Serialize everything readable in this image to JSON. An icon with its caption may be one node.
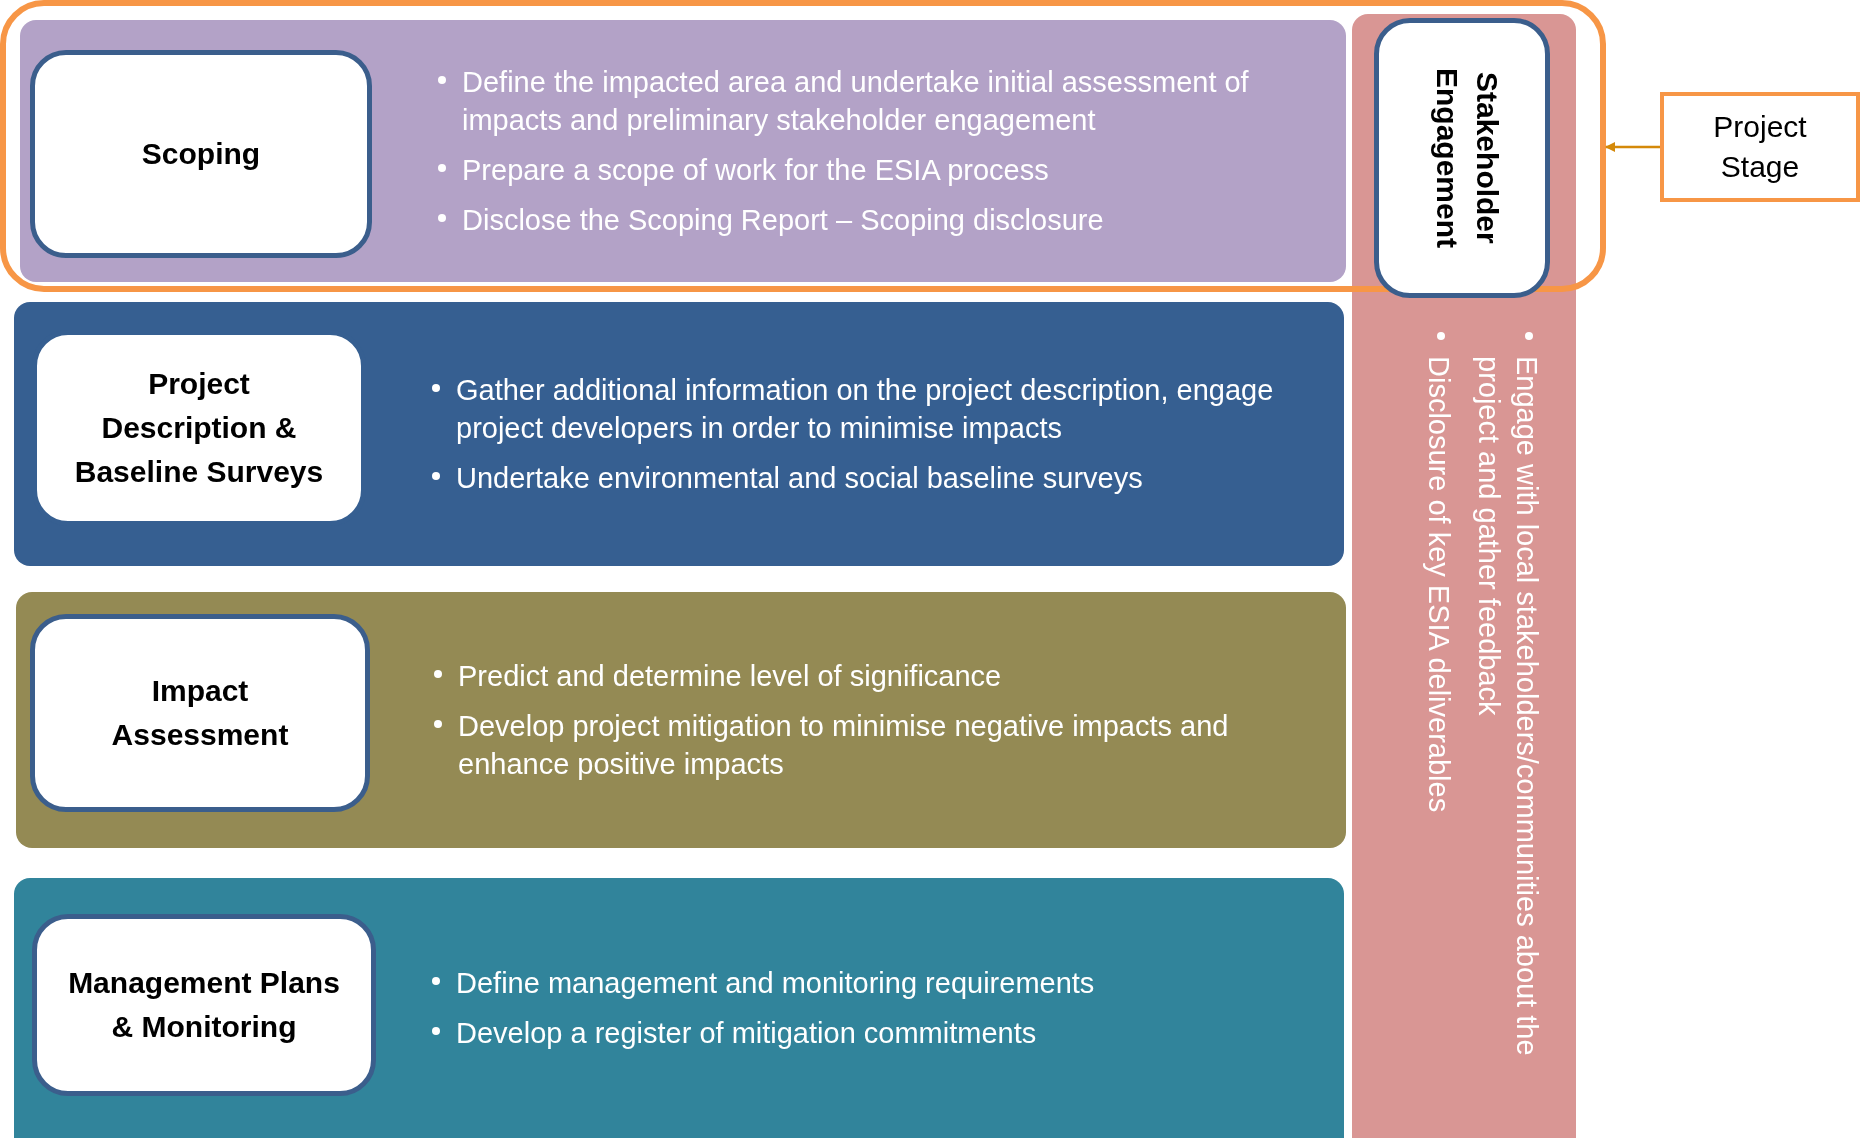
{
  "diagram": {
    "nodes": [
      {
        "text": [],
        "shape": "box"
      },
      {
        "text": [
          "Define the impacted area and undertake initial assessment of impacts and preliminary stakeholder engagement",
          "Prepare a scope of work for the ESIA process",
          "Disclose the Scoping Report – Scoping disclosure"
        ],
        "in": 0
      },
      {
        "text": [
          "Scoping"
        ],
        "in": 1
      },
      {
        "text": [
          "Gather additional information on the project description, engage project developers in order to minimise impacts",
          "Undertake environmental and social baseline surveys"
        ]
      },
      {
        "text": [
          "Project Description & Baseline Surveys"
        ],
        "in": 3
      },
      {
        "text": [
          "Predict and determine level of significance",
          "Develop project mitigation to minimise negative impacts and enhance positive impacts"
        ]
      },
      {
        "text": [
          "Impact Assessment"
        ],
        "in": 5
      },
      {
        "text": [
          "Define management and monitoring requirements",
          "Develop a register of mitigation commitments"
        ]
      },
      {
        "text": [
          "Management Plans & Monitoring"
        ],
        "in": 7
      },
      {
        "text": [
          "Engage with local  stakeholders/communities about the project and gather feedback",
          "Disclosure of key ESIA deliverables"
        ]
      },
      {
        "text": [
          "Stakeholder Engagement"
        ]
      },
      {
        "text": [
          "Project Stage"
        ]
      }
    ],
    "edges": [
      {
        "from": 11,
        "to": 0,
        "arrow": "to"
      }
    ]
  }
}
